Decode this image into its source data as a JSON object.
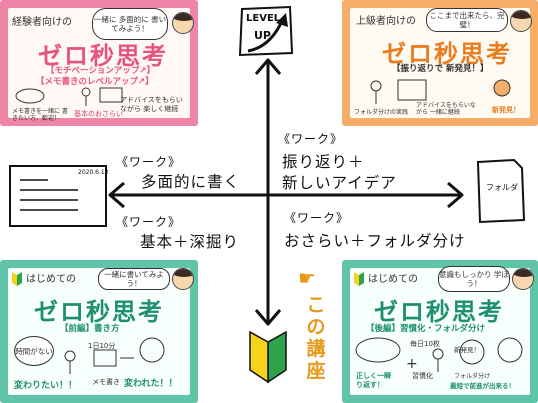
{
  "axis": {
    "top_icon_text": [
      "LEVEL",
      "UP"
    ],
    "q_upper_left": {
      "tag": "《ワーク》",
      "text": "多面的に書く"
    },
    "q_upper_right": {
      "tag": "《ワーク》",
      "text_line1": "振り返り＋",
      "text_line2": "新しいアイデア"
    },
    "q_lower_left": {
      "tag": "《ワーク》",
      "text": "基本＋深掘り"
    },
    "q_lower_right": {
      "tag": "《ワーク》",
      "text": "おさらい＋フォルダ分け"
    },
    "memo_date": "2020.6.12",
    "folder_label": "フォルダ",
    "this_course": [
      "こ",
      "の",
      "講",
      "座"
    ]
  },
  "cards": {
    "pink": {
      "tag": "経験者向けの",
      "bubble": "一緒に 多面的に 書いてみよう！",
      "title": "ゼロ秒思考",
      "sub1": "【モチベーションアップ↗】",
      "sub2": "【メモ書きのレベルアップ↗】",
      "note1": "基本のおさらい",
      "note2": "アドバイスをもらいながら 楽しく継続",
      "note3": "メモ書きを一緒に 書きたい方、歓迎！"
    },
    "orange": {
      "tag": "上級者向けの",
      "bubble": "ここまで出来たら、完璧！",
      "title": "ゼロ秒思考",
      "sub1": "【振り返りで 新発見！】",
      "note1": "アドバイスをもらいながら 一緒に継続",
      "note2": "新発見！",
      "note3": "フォルダ分けの実践"
    },
    "teal1": {
      "tag": "はじめての",
      "bubble": "一緒に書いてみよう！",
      "title": "ゼロ秒思考",
      "sub1": "【前編】書き方",
      "note1": "1日10分",
      "note2": "メモ書き",
      "note3": "変わりたい！！",
      "note4": "変われた！！",
      "note5": "時間がない"
    },
    "teal2": {
      "tag": "はじめての",
      "bubble": "意識もしっかり 学ぼう！",
      "title": "ゼロ秒思考",
      "sub1": "【後編】習慣化・フォルダ分け",
      "note1": "毎日10枚",
      "note2": "習慣化",
      "note3": "フォルダ分け",
      "note4": "最短で前進が出来る！",
      "note5": "正しく一瞬り返す！",
      "note6": "新発見！"
    }
  }
}
